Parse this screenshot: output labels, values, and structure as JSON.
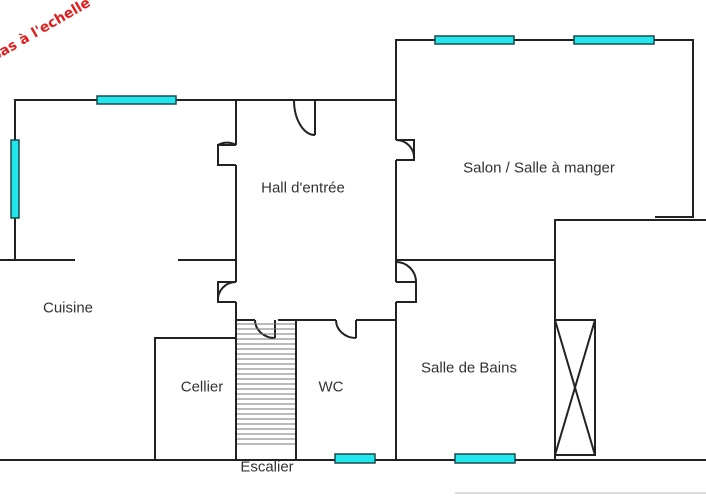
{
  "note": "pas à l'echelle",
  "rooms": {
    "hall": "Hall d'entrée",
    "salon": "Salon / Salle à manger",
    "cuisine": "Cuisine",
    "cellier": "Cellier",
    "wc": "WC",
    "salle_de_bains": "Salle de Bains",
    "escalier": "Escalier"
  },
  "colors": {
    "window": "#22e6ec",
    "wall": "#222222",
    "note": "#e02020"
  }
}
